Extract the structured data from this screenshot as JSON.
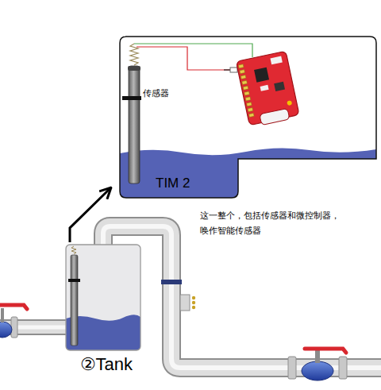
{
  "diagram": {
    "nodes": [
      {
        "text": [
          "TIM 2"
        ]
      },
      {
        "text": [
          "②Tank"
        ]
      }
    ],
    "edges": [
      {
        "from": 1,
        "to": 0,
        "arrow": "to"
      }
    ],
    "labels": [
      "传感器",
      "这一整个，包括传感器和微控制器， 唤作智能传感器"
    ]
  }
}
